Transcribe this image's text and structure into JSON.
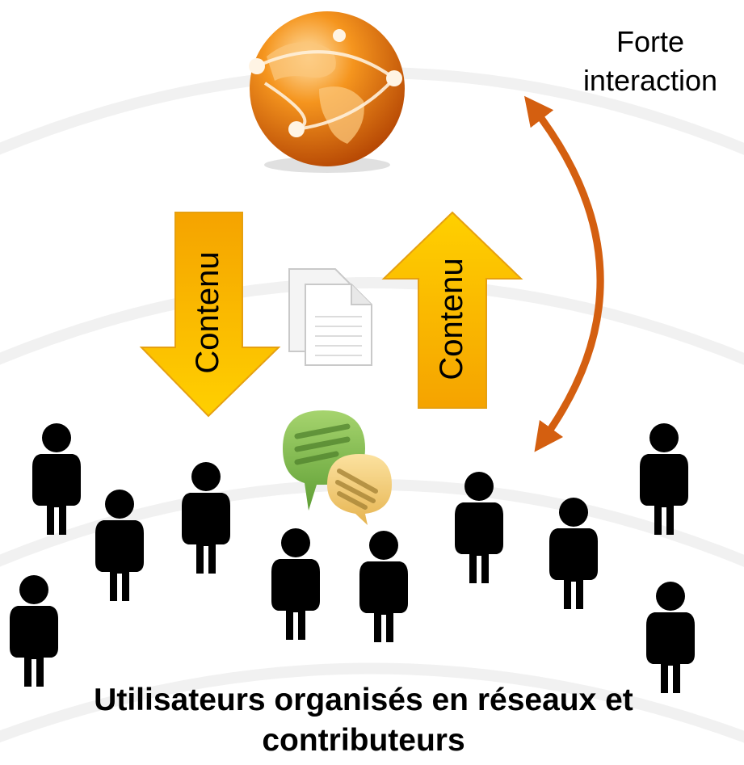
{
  "top_right_label": {
    "line1": "Forte",
    "line2": "interaction"
  },
  "arrow_down": {
    "label": "Contenu"
  },
  "arrow_up": {
    "label": "Contenu"
  },
  "caption": {
    "line1": "Utilisateurs organisés en réseaux et",
    "line2": "contributeurs"
  },
  "icons": {
    "globe": "globe-icon",
    "documents": "documents-icon",
    "chat": "chat-bubbles-icon",
    "person": "person-icon"
  },
  "colors": {
    "arrow_fill_top": "#F5A300",
    "arrow_fill_bottom": "#FFD000",
    "curved_arrow": "#D45F10",
    "globe_orange": "#F07D1A",
    "chat_green": "#7DB64A",
    "chat_yellow": "#F3CB6C"
  }
}
